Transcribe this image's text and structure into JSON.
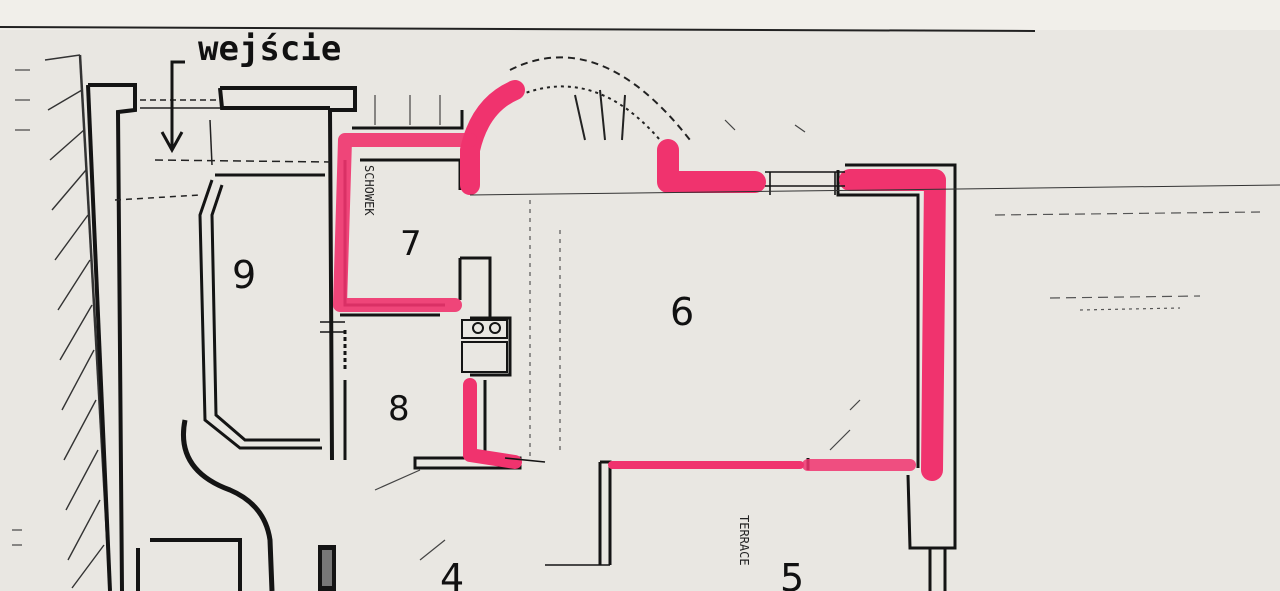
{
  "entrance_label": "wejście",
  "rooms": [
    {
      "number": "9"
    },
    {
      "number": "7"
    },
    {
      "number": "8"
    },
    {
      "number": "6"
    },
    {
      "number": "5"
    },
    {
      "number": "4"
    }
  ],
  "room_notes": {
    "room_7": "SCHOWEK",
    "room_5": "TERRACE"
  },
  "highlight_color": "#f0336e",
  "wall_color": "#141414",
  "paper_color": "#e9e7e2"
}
